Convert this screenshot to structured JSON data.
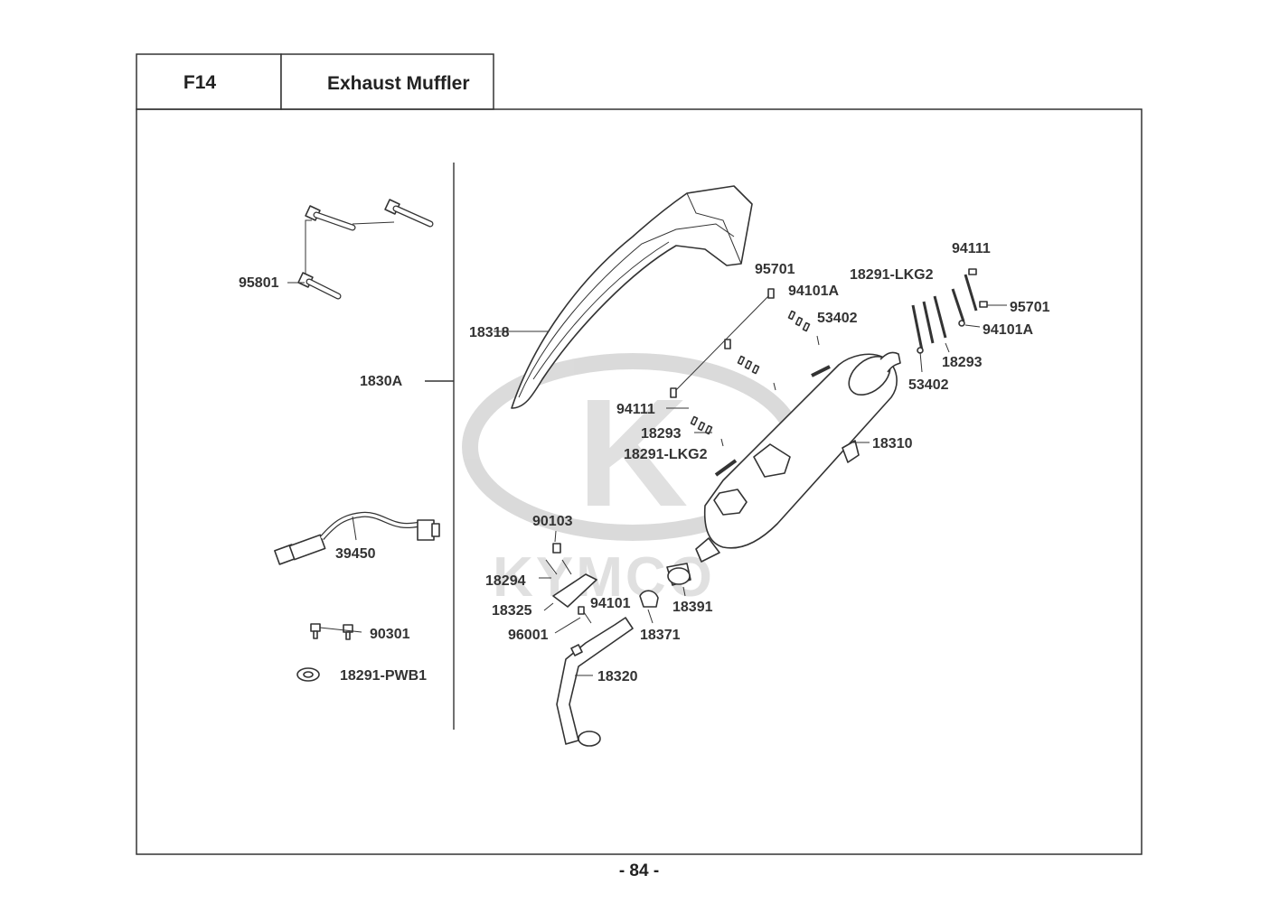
{
  "header": {
    "section_code": "F14",
    "title": "Exhaust Muffler"
  },
  "watermark": {
    "brand_text": "KYMCO",
    "color": "#cfcfcf"
  },
  "parts": {
    "p95801": "95801",
    "p1830A": "1830A",
    "p39450": "39450",
    "p90301": "90301",
    "p18291PWB1": "18291-PWB1",
    "p18318": "18318",
    "p95701_a": "95701",
    "p94101A_a": "94101A",
    "p53402_a": "53402",
    "p94111_a": "94111",
    "p18293_a": "18293",
    "p18291LKG2_a": "18291-LKG2",
    "p18291LKG2_b": "18291-LKG2",
    "p94111_b": "94111",
    "p95701_b": "95701",
    "p94101A_b": "94101A",
    "p18293_b": "18293",
    "p53402_b": "53402",
    "p18310": "18310",
    "p90103": "90103",
    "p18294": "18294",
    "p18325": "18325",
    "p94101": "94101",
    "p96001": "96001",
    "p18371": "18371",
    "p18391": "18391",
    "p18320": "18320"
  },
  "footer": {
    "page_number": "- 84 -"
  }
}
